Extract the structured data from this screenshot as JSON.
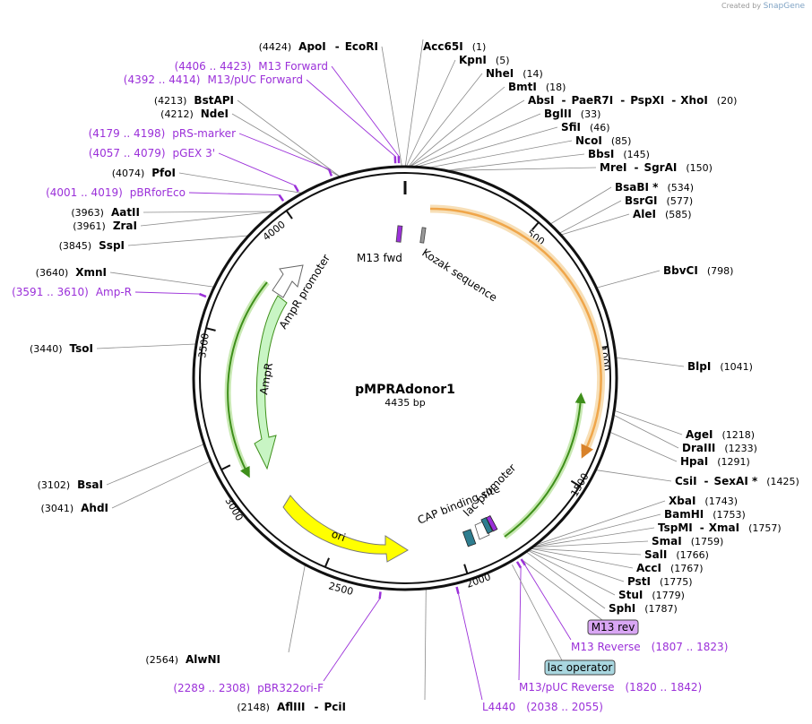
{
  "credit": {
    "prefix": "Created by",
    "brand": "SnapGene"
  },
  "plasmid": {
    "name": "pMPRAdonor1",
    "length_label": "4435 bp",
    "length": 4435
  },
  "ticks": [
    "500",
    "1000",
    "1500",
    "2000",
    "2500",
    "3000",
    "3500",
    "4000"
  ],
  "enzymes": [
    {
      "id": "e1",
      "name": "ApoI",
      "sep": "-",
      "name2": "EcoRI",
      "pos": "(4424)"
    },
    {
      "id": "e2",
      "name": "Acc65I",
      "pos": "(1)"
    },
    {
      "id": "e3",
      "name": "KpnI",
      "pos": "(5)"
    },
    {
      "id": "e4",
      "name": "NheI",
      "pos": "(14)"
    },
    {
      "id": "e5",
      "name": "BmtI",
      "pos": "(18)"
    },
    {
      "id": "e6",
      "name": "AbsI",
      "sep": "-",
      "name2": "PaeR7I",
      "sep2": "-",
      "name3": "PspXI",
      "sep3": "-",
      "name4": "XhoI",
      "pos": "(20)"
    },
    {
      "id": "e7",
      "name": "BglII",
      "pos": "(33)"
    },
    {
      "id": "e8",
      "name": "SfiI",
      "pos": "(46)"
    },
    {
      "id": "e9",
      "name": "NcoI",
      "pos": "(85)"
    },
    {
      "id": "e10",
      "name": "BbsI",
      "pos": "(145)"
    },
    {
      "id": "e11",
      "name": "MreI",
      "sep": "-",
      "name2": "SgrAI",
      "pos": "(150)"
    },
    {
      "id": "e12",
      "name": "BsaBI *",
      "pos": "(534)"
    },
    {
      "id": "e13",
      "name": "BsrGI",
      "pos": "(577)"
    },
    {
      "id": "e14",
      "name": "AleI",
      "pos": "(585)"
    },
    {
      "id": "e15",
      "name": "BbvCI",
      "pos": "(798)"
    },
    {
      "id": "e16",
      "name": "BlpI",
      "pos": "(1041)"
    },
    {
      "id": "e17",
      "name": "AgeI",
      "pos": "(1218)"
    },
    {
      "id": "e18",
      "name": "DraIII",
      "pos": "(1233)"
    },
    {
      "id": "e19",
      "name": "HpaI",
      "pos": "(1291)"
    },
    {
      "id": "e20",
      "name": "CsiI",
      "sep": "-",
      "name2": "SexAI *",
      "pos": "(1425)"
    },
    {
      "id": "e21",
      "name": "XbaI",
      "pos": "(1743)"
    },
    {
      "id": "e22",
      "name": "BamHI",
      "pos": "(1753)"
    },
    {
      "id": "e23",
      "name": "TspMI",
      "sep": "-",
      "name2": "XmaI",
      "pos": "(1757)"
    },
    {
      "id": "e24",
      "name": "SmaI",
      "pos": "(1759)"
    },
    {
      "id": "e25",
      "name": "SalI",
      "pos": "(1766)"
    },
    {
      "id": "e26",
      "name": "AccI",
      "pos": "(1767)"
    },
    {
      "id": "e27",
      "name": "PstI",
      "pos": "(1775)"
    },
    {
      "id": "e28",
      "name": "StuI",
      "pos": "(1779)"
    },
    {
      "id": "e29",
      "name": "SphI",
      "pos": "(1787)"
    },
    {
      "id": "e30",
      "name": "AflIII",
      "sep": "-",
      "name2": "PciI",
      "pos": "(2148)"
    },
    {
      "id": "e31",
      "name": "AlwNI",
      "pos": "(2564)"
    },
    {
      "id": "e32",
      "name": "AhdI",
      "pos": "(3041)"
    },
    {
      "id": "e33",
      "name": "BsaI",
      "pos": "(3102)"
    },
    {
      "id": "e34",
      "name": "TsoI",
      "pos": "(3440)"
    },
    {
      "id": "e35",
      "name": "XmnI",
      "pos": "(3640)"
    },
    {
      "id": "e36",
      "name": "SspI",
      "pos": "(3845)"
    },
    {
      "id": "e37",
      "name": "ZraI",
      "pos": "(3961)"
    },
    {
      "id": "e38",
      "name": "AatII",
      "pos": "(3963)"
    },
    {
      "id": "e39",
      "name": "PfoI",
      "pos": "(4074)"
    },
    {
      "id": "e40",
      "name": "NdeI",
      "pos": "(4212)"
    },
    {
      "id": "e41",
      "name": "BstAPI",
      "pos": "(4213)"
    }
  ],
  "primers": [
    {
      "id": "p1",
      "name": "M13 Forward",
      "range": "(4406 .. 4423)"
    },
    {
      "id": "p2",
      "name": "M13/pUC Forward",
      "range": "(4392 .. 4414)"
    },
    {
      "id": "p3",
      "name": "pRS-marker",
      "range": "(4179 .. 4198)"
    },
    {
      "id": "p4",
      "name": "pGEX 3'",
      "range": "(4057 .. 4079)"
    },
    {
      "id": "p5",
      "name": "pBRforEco",
      "range": "(4001 .. 4019)"
    },
    {
      "id": "p6",
      "name": "Amp-R",
      "range": "(3591 .. 3610)"
    },
    {
      "id": "p7",
      "name": "pBR322ori-F",
      "range": "(2289 .. 2308)"
    },
    {
      "id": "p8",
      "name": "L4440",
      "range": "(2038 .. 2055)"
    },
    {
      "id": "p9",
      "name": "M13/pUC Reverse",
      "range": "(1820 .. 1842)"
    },
    {
      "id": "p10",
      "name": "M13 Reverse",
      "range": "(1807 .. 1823)"
    }
  ],
  "boxes": {
    "m13rev": "M13 rev",
    "lacop": "lac operator"
  },
  "features": {
    "m13fwd": "M13 fwd",
    "kozak": "Kozak sequence",
    "ampr_promoter": "AmpR promoter",
    "ampr": "AmpR",
    "ori": "ori",
    "cap": "CAP binding site",
    "lac_promoter": "lac promoter"
  },
  "colors": {
    "primer": "#9b30d9",
    "orf_orange": "#f0a64a",
    "orf_glow": "#f7dfb7",
    "green": "#3e8f1a",
    "green_glow": "#c9e9b4",
    "ampr_fill": "#c8f5c4",
    "ori_fill": "#ffff00",
    "lacop_fill": "#a9d7e0",
    "m13rev_fill": "#d9a6f4",
    "cap_fill": "#2e7d8f"
  }
}
